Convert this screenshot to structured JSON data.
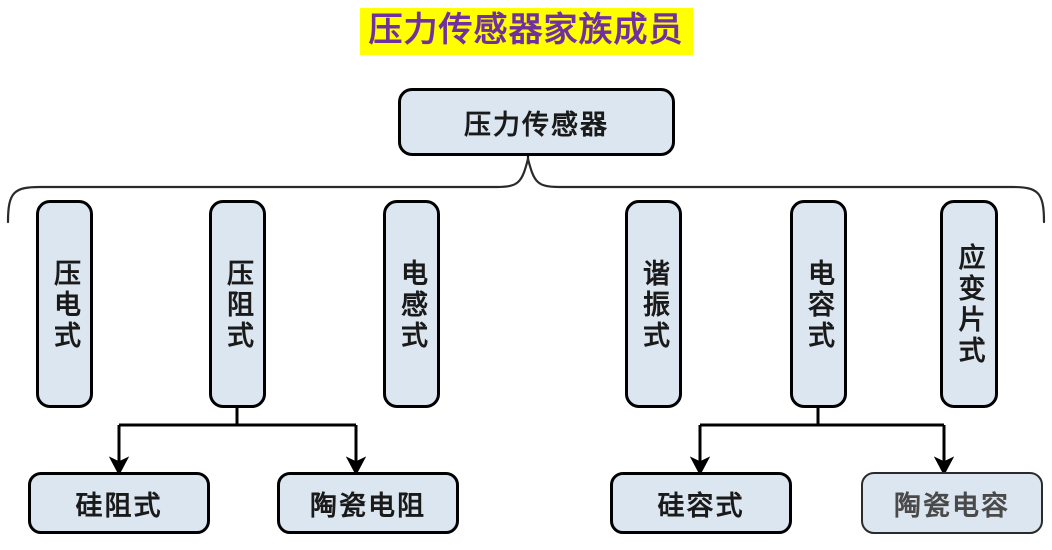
{
  "page": {
    "title": "压力传感器家族成员",
    "title_color": "#7030a0",
    "title_highlight_color": "#ffff00",
    "background_color": "#ffffff"
  },
  "diagram": {
    "type": "tree-hierarchy",
    "node_fill_color": "#dce6f1",
    "node_border_color": "#000000",
    "connector_color": "#000000",
    "root": {
      "label": "压力传感器"
    },
    "branches": [
      {
        "label": "压电式",
        "orientation": "vertical"
      },
      {
        "label": "压阻式",
        "orientation": "vertical"
      },
      {
        "label": "电感式",
        "orientation": "vertical"
      },
      {
        "label": "谐振式",
        "orientation": "vertical"
      },
      {
        "label": "电容式",
        "orientation": "vertical"
      },
      {
        "label": "应变片式",
        "orientation": "vertical"
      }
    ],
    "leaves": [
      {
        "label": "硅阻式",
        "parent": "压阻式",
        "style": "normal"
      },
      {
        "label": "陶瓷电阻",
        "parent": "压阻式",
        "style": "normal"
      },
      {
        "label": "硅容式",
        "parent": "电容式",
        "style": "normal"
      },
      {
        "label": "陶瓷电容",
        "parent": "电容式",
        "style": "faint"
      }
    ]
  }
}
